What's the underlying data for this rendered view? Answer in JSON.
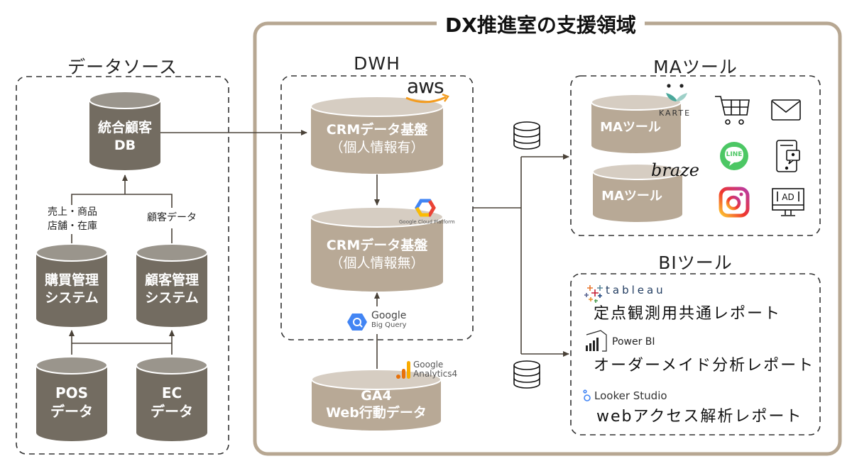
{
  "title": "DX推進室の支援領域",
  "colors": {
    "dark_cylinder": "#736c61",
    "dark_cylinder_top": "#9a958c",
    "light_cylinder": "#b8a996",
    "light_cylinder_top": "#d6cdc2",
    "frame": "#b7a792",
    "line": "#4a4238",
    "dashed": "#333333"
  },
  "data_source": {
    "title": "データソース",
    "integrated_db": {
      "line1": "統合顧客",
      "line2": "DB"
    },
    "purchase_system": {
      "line1": "購買管理",
      "line2": "システム"
    },
    "customer_system": {
      "line1": "顧客管理",
      "line2": "システム"
    },
    "pos_data": {
      "line1": "POS",
      "line2": "データ"
    },
    "ec_data": {
      "line1": "EC",
      "line2": "データ"
    },
    "label_sales": {
      "line1": "売上・商品",
      "line2": "店舗・在庫"
    },
    "label_customer": "顧客データ"
  },
  "dwh": {
    "title": "DWH",
    "crm_with_pii": {
      "line1": "CRMデータ基盤",
      "line2": "（個人情報有）",
      "logo": "aws"
    },
    "crm_without_pii": {
      "line1": "CRMデータ基盤",
      "line2": "（個人情報無）",
      "logo": "Google Cloud Platform"
    },
    "bigquery": {
      "line1": "Google",
      "line2": "Big Query"
    },
    "ga4": {
      "line1": "GA4",
      "line2": "Web行動データ",
      "logo_line1": "Google",
      "logo_line2": "Analytics",
      "logo_suffix": "4"
    }
  },
  "ma_tools": {
    "title": "MAツール",
    "tool1": {
      "label": "MAツール",
      "logo": "KARTE"
    },
    "tool2": {
      "label": "MAツール",
      "logo": "braze"
    },
    "channel_icons": [
      "cart-icon",
      "mail-icon",
      "line-icon",
      "mobile-notification-icon",
      "instagram-icon",
      "ad-display-icon"
    ],
    "line_label": "LINE",
    "ad_label": "AD"
  },
  "bi_tools": {
    "title": "BIツール",
    "reports": [
      {
        "brand": "tableau",
        "label": "定点観測用共通レポート"
      },
      {
        "brand": "Power BI",
        "label": "オーダーメイド分析レポート"
      },
      {
        "brand": "Looker Studio",
        "label": "webアクセス解析レポート"
      }
    ]
  }
}
